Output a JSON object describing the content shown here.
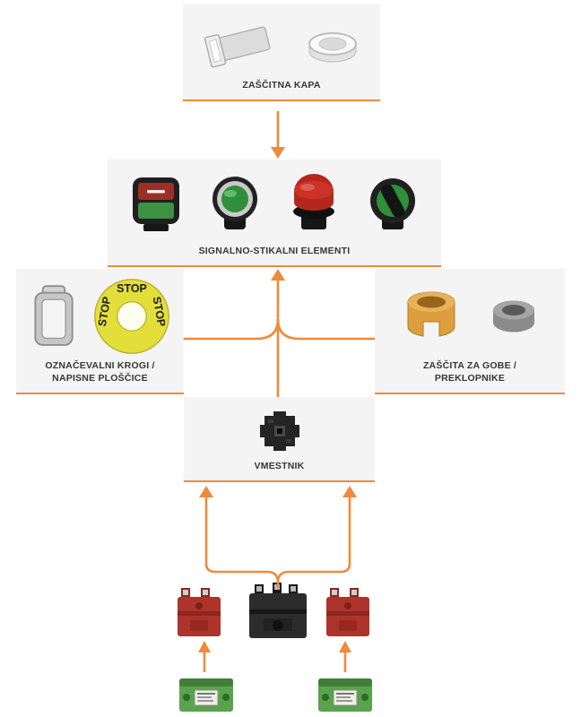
{
  "colors": {
    "accent_orange": "#EF8A3C",
    "box_background": "#F4F4F4",
    "stop_ring_yellow": "#E3DF3A",
    "emergency_red": "#CD3227",
    "button_green": "#2F8F3A",
    "guard_orange": "#DD9E3E",
    "terminal_green": "#58A34C",
    "contact_red": "#AE332A"
  },
  "boxes": {
    "protective_cap": {
      "label": "ZAŠČITNA KAPA"
    },
    "switch_elements": {
      "label": "SIGNALNO-STIKALNI ELEMENTI"
    },
    "marking_rings": {
      "label_line1": "OZNAČEVALNI KROGI /",
      "label_line2": "NAPISNE PLOŠČICE",
      "stop_text": "STOP"
    },
    "guards": {
      "label_line1": "ZAŠČITA ZA GOBE /",
      "label_line2": "PREKLOPNIKE"
    },
    "adapter": {
      "label": "VMESTNIK"
    }
  },
  "images": [
    "protective-tube-image",
    "protective-cap-image",
    "dual-pushbutton-image",
    "green-pushbutton-image",
    "emergency-stop-button-image",
    "selector-switch-image",
    "label-holder-image",
    "stop-ring-image",
    "mushroom-guard-image",
    "gray-collar-image",
    "adapter-image",
    "contact-block-red-left-image",
    "contact-block-black-image",
    "contact-block-red-right-image",
    "terminal-block-green-left-image",
    "terminal-block-green-right-image"
  ]
}
